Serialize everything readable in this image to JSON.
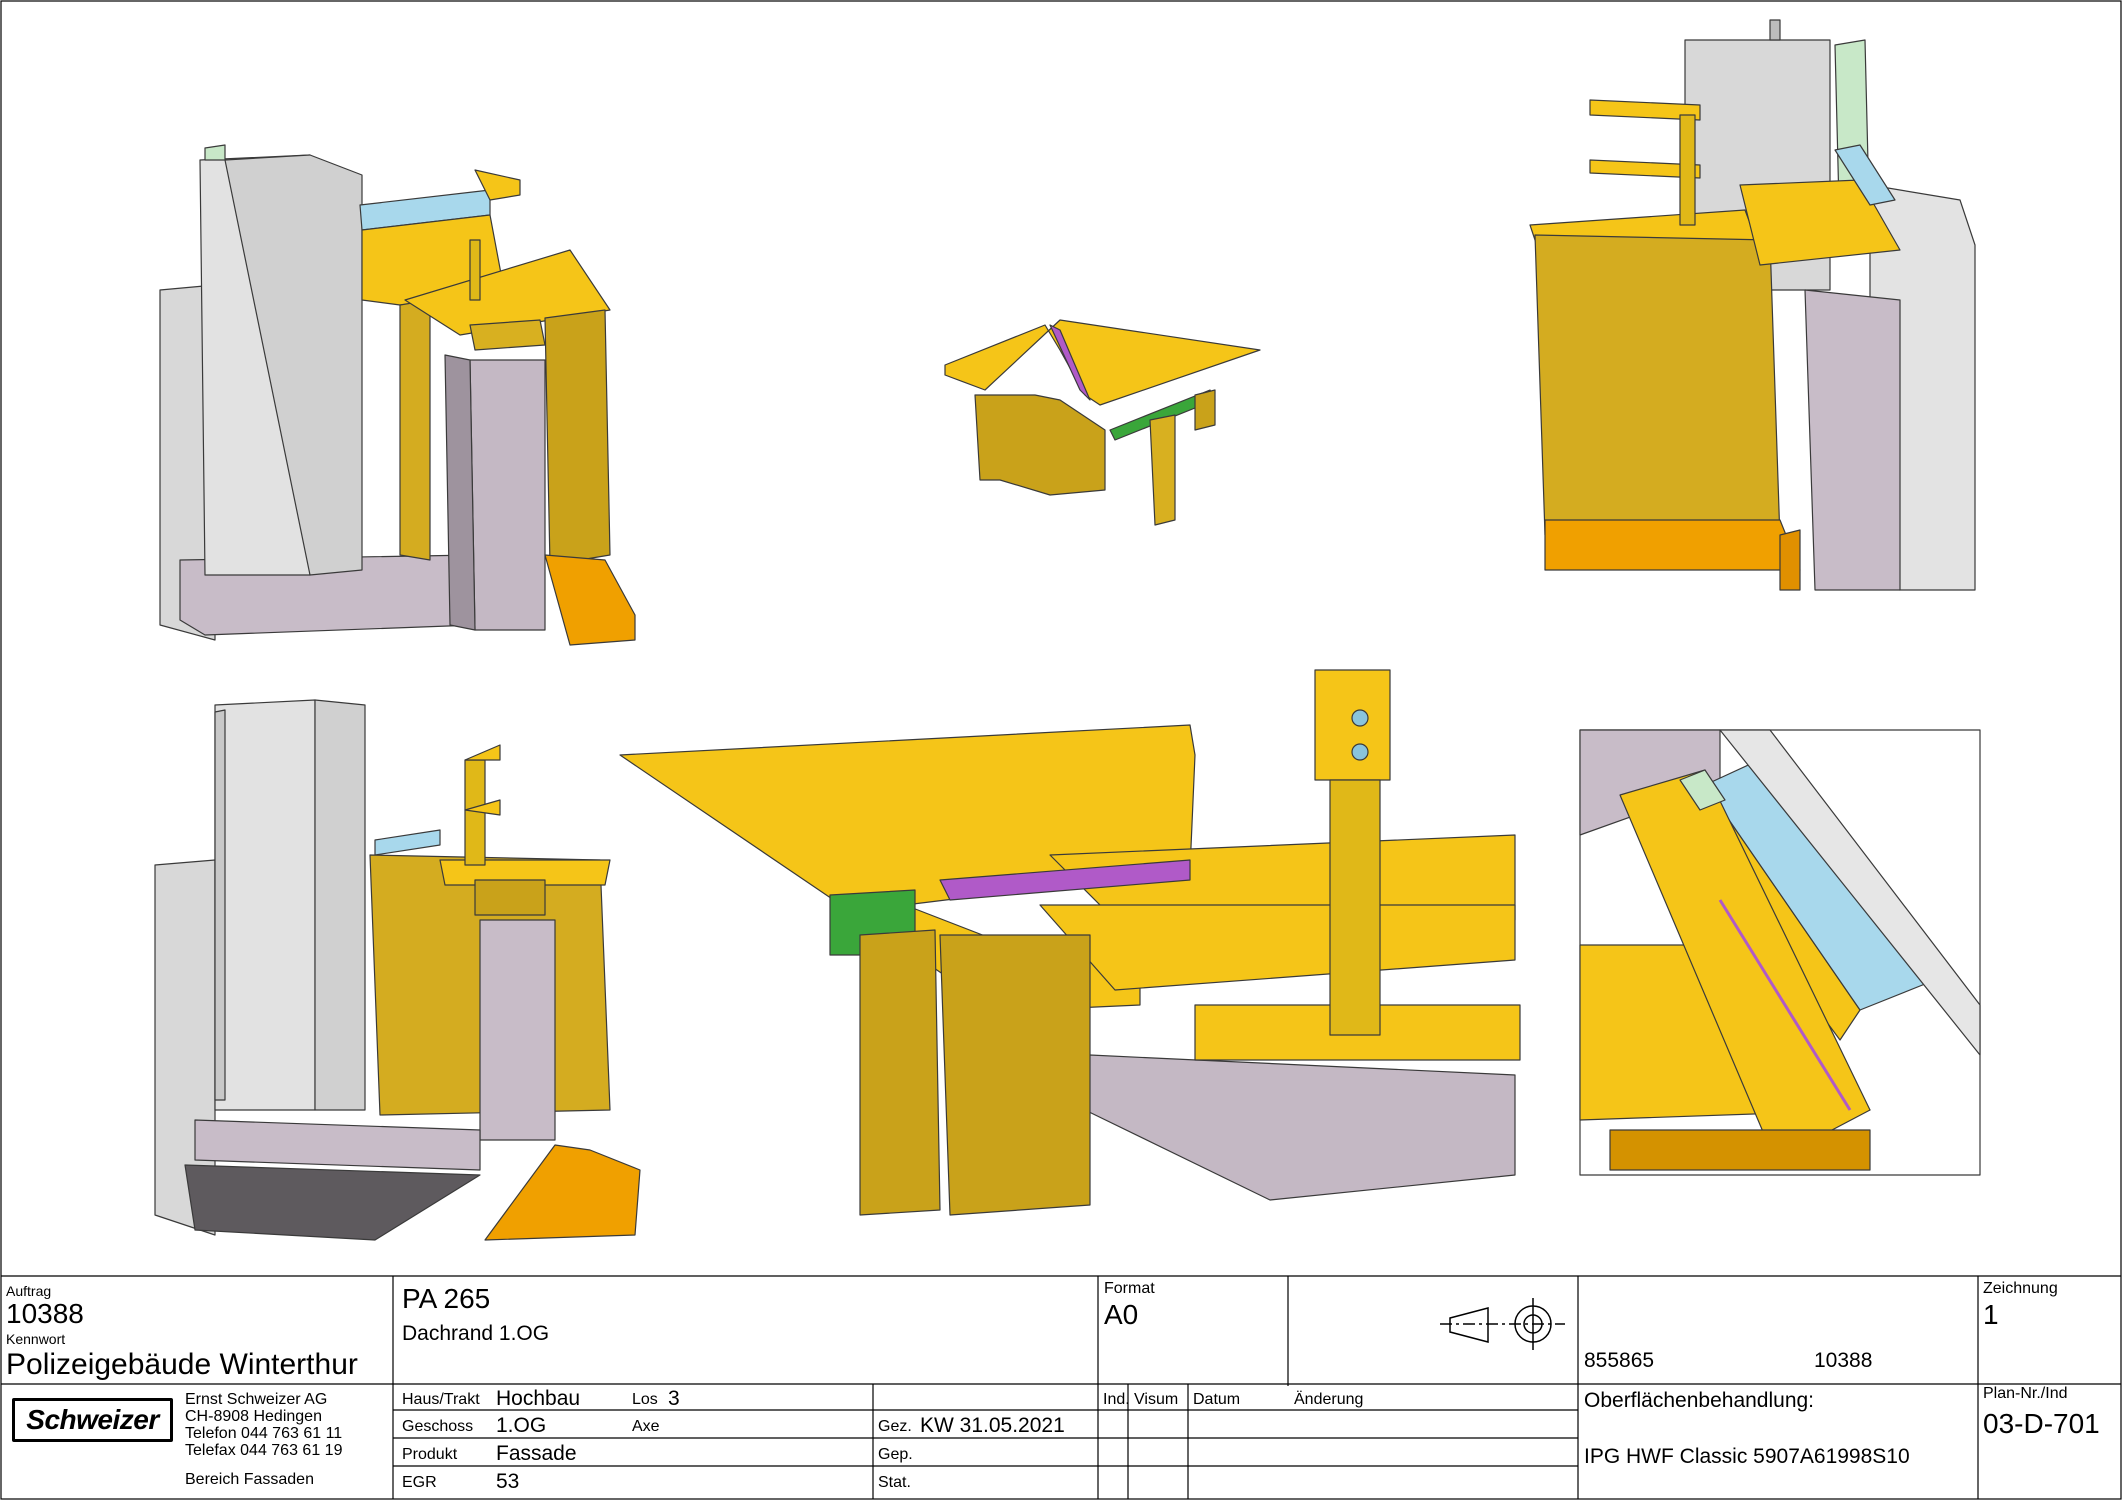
{
  "title_block": {
    "auftrag_label": "Auftrag",
    "auftrag_value": "10388",
    "kennwort_label": "Kennwort",
    "kennwort_value": "Polizeigebäude Winterthur",
    "plan_title": "PA 265",
    "plan_subtitle": "Dachrand 1.OG",
    "format_label": "Format",
    "format_value": "A0",
    "ref_code_1": "855865",
    "ref_code_2": "10388",
    "zeichnung_label": "Zeichnung",
    "zeichnung_value": "1",
    "logo_text": "Schweizer",
    "company": {
      "name": "Ernst Schweizer AG",
      "address": "CH-8908 Hedingen",
      "telefon": "Telefon 044 763 61 11",
      "telefax": "Telefax 044 763 61 19",
      "bereich": "Bereich Fassaden"
    },
    "fields": {
      "haus_trakt_label": "Haus/Trakt",
      "haus_trakt_value": "Hochbau",
      "los_label": "Los",
      "los_value": "3",
      "geschoss_label": "Geschoss",
      "geschoss_value": "1.OG",
      "axe_label": "Axe",
      "produkt_label": "Produkt",
      "produkt_value": "Fassade",
      "egr_label": "EGR",
      "egr_value": "53",
      "gez_label": "Gez.",
      "gez_value": "KW  31.05.2021",
      "gep_label": "Gep.",
      "stat_label": "Stat."
    },
    "revision_headers": {
      "ind": "Ind.",
      "visum": "Visum",
      "datum": "Datum",
      "aenderung": "Änderung"
    },
    "surface_label": "Oberflächenbehandlung:",
    "surface_value": "IPG HWF Classic 5907A61998S10",
    "plan_nr_label": "Plan-Nr./Ind",
    "plan_nr_value": "03-D-701"
  },
  "colors": {
    "yellow": "#f5c518",
    "yellow_dark": "#c9a21a",
    "orange": "#f0a000",
    "lilac": "#c4b8c4",
    "lilac_dark": "#9a8f9a",
    "grey_light": "#e6e6e6",
    "grey_mid": "#cfcfcf",
    "blue": "#9ed8ec",
    "green": "#3aa63a",
    "purple": "#b05ac8"
  }
}
